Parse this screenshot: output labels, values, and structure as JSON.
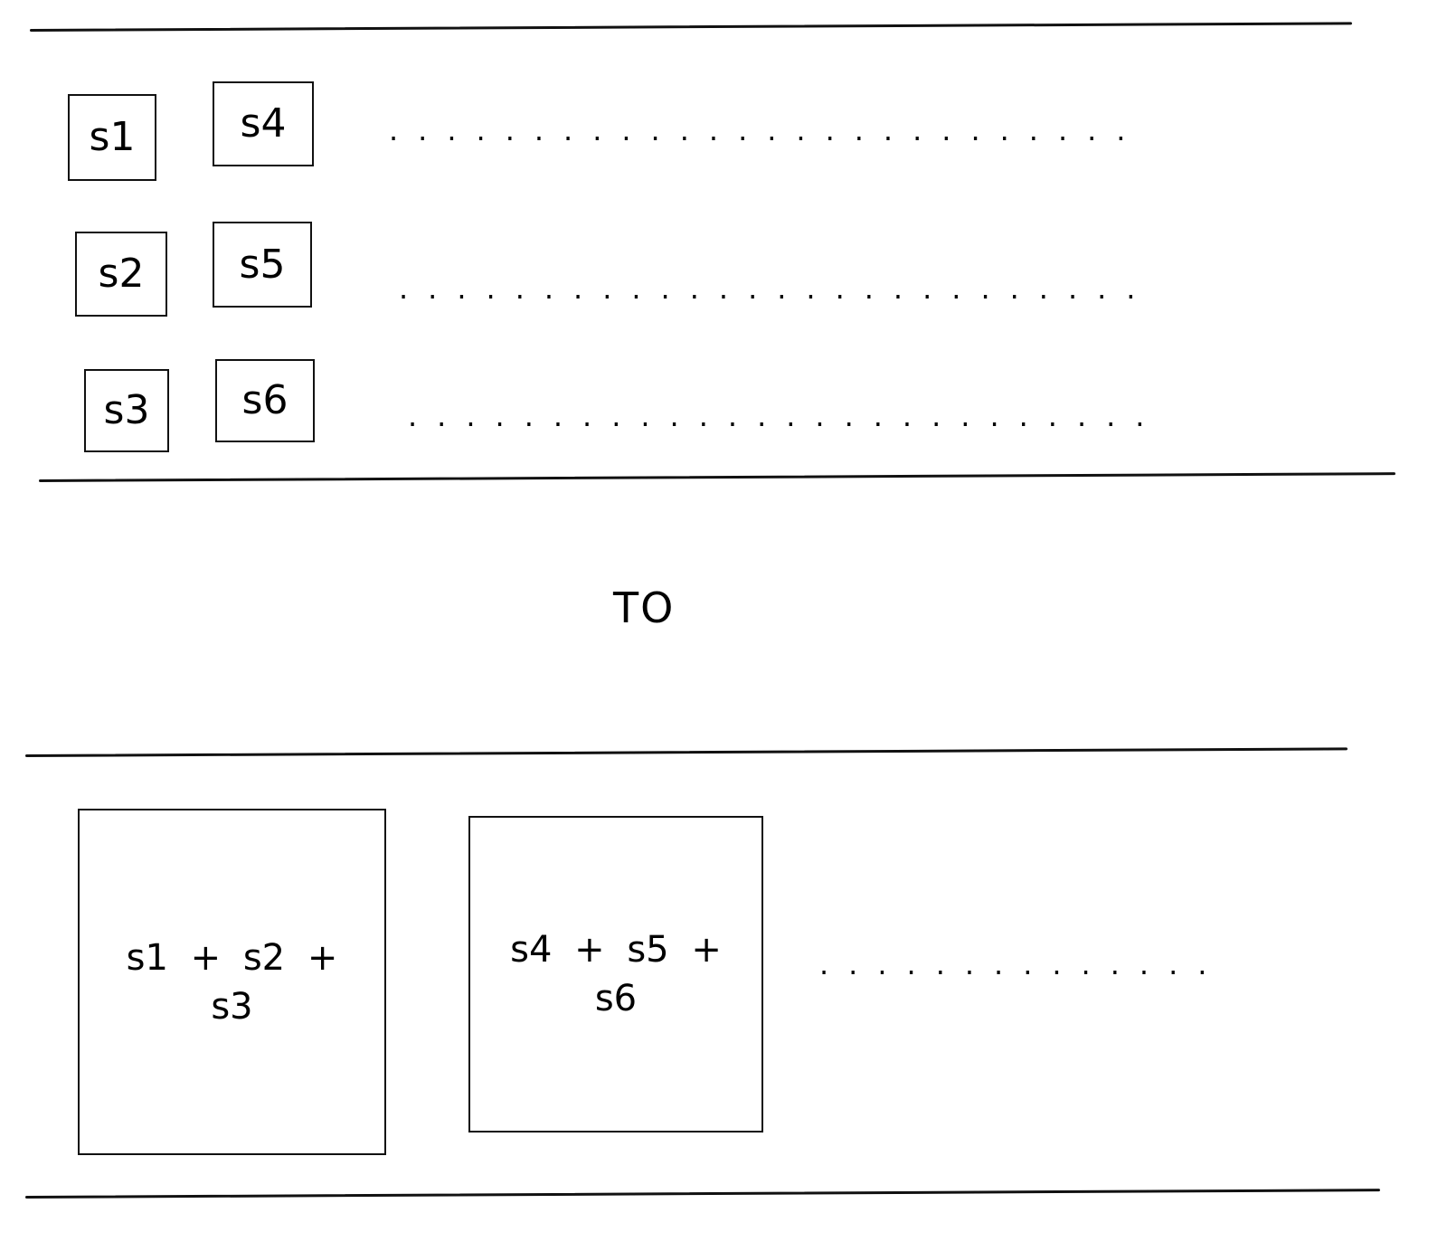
{
  "diagram": {
    "before": {
      "column1": [
        "s1",
        "s2",
        "s3"
      ],
      "column2": [
        "s4",
        "s5",
        "s6"
      ],
      "rows_ellipsis": [
        "..........................",
        "..........................",
        ".........................."
      ]
    },
    "transition_label": "TO",
    "after": {
      "groups": [
        "s1 + s2 + s3",
        "s4 + s5 + s6"
      ],
      "ellipsis": ".............."
    },
    "stroke_color": "#111111",
    "background_color": "#ffffff"
  }
}
